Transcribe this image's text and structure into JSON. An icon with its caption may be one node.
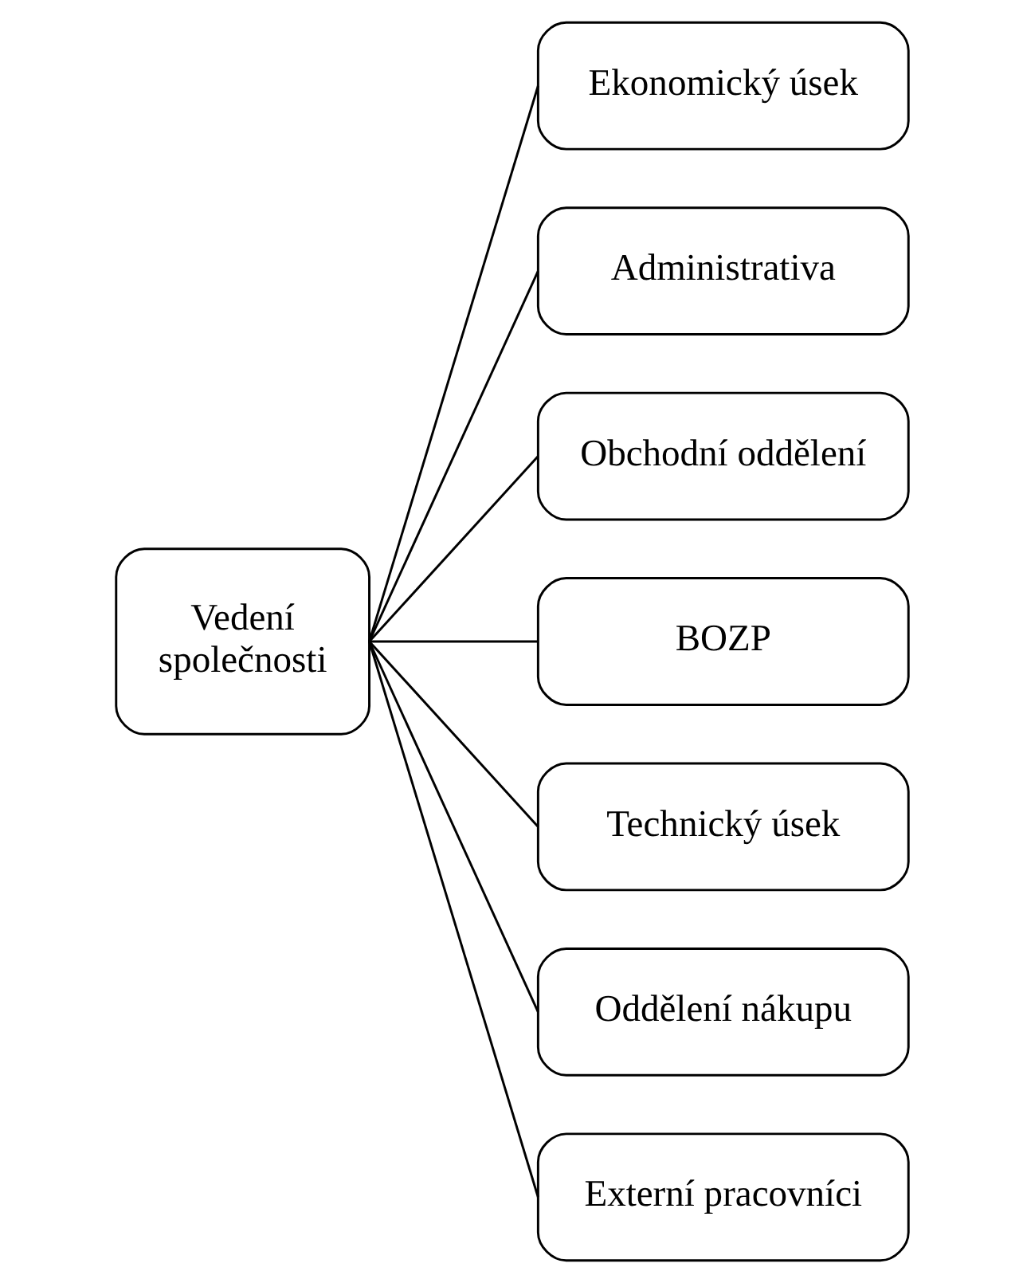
{
  "diagram": {
    "nodes": [
      {
        "text": [
          "Vedení společnosti"
        ]
      },
      {
        "text": [
          "Ekonomický úsek"
        ]
      },
      {
        "text": [
          "Administrativa"
        ]
      },
      {
        "text": [
          "Obchodní oddělení"
        ]
      },
      {
        "text": [
          "BOZP"
        ]
      },
      {
        "text": [
          "Technický úsek"
        ]
      },
      {
        "text": [
          "Oddělení nákupu"
        ]
      },
      {
        "text": [
          "Externí pracovníci"
        ]
      }
    ],
    "edges": [
      {
        "from": 0,
        "to": 1,
        "arrow": "none"
      },
      {
        "from": 0,
        "to": 2,
        "arrow": "none"
      },
      {
        "from": 0,
        "to": 3,
        "arrow": "none"
      },
      {
        "from": 0,
        "to": 4,
        "arrow": "none"
      },
      {
        "from": 0,
        "to": 5,
        "arrow": "none"
      },
      {
        "from": 0,
        "to": 6,
        "arrow": "none"
      },
      {
        "from": 0,
        "to": 7,
        "arrow": "none"
      }
    ]
  }
}
